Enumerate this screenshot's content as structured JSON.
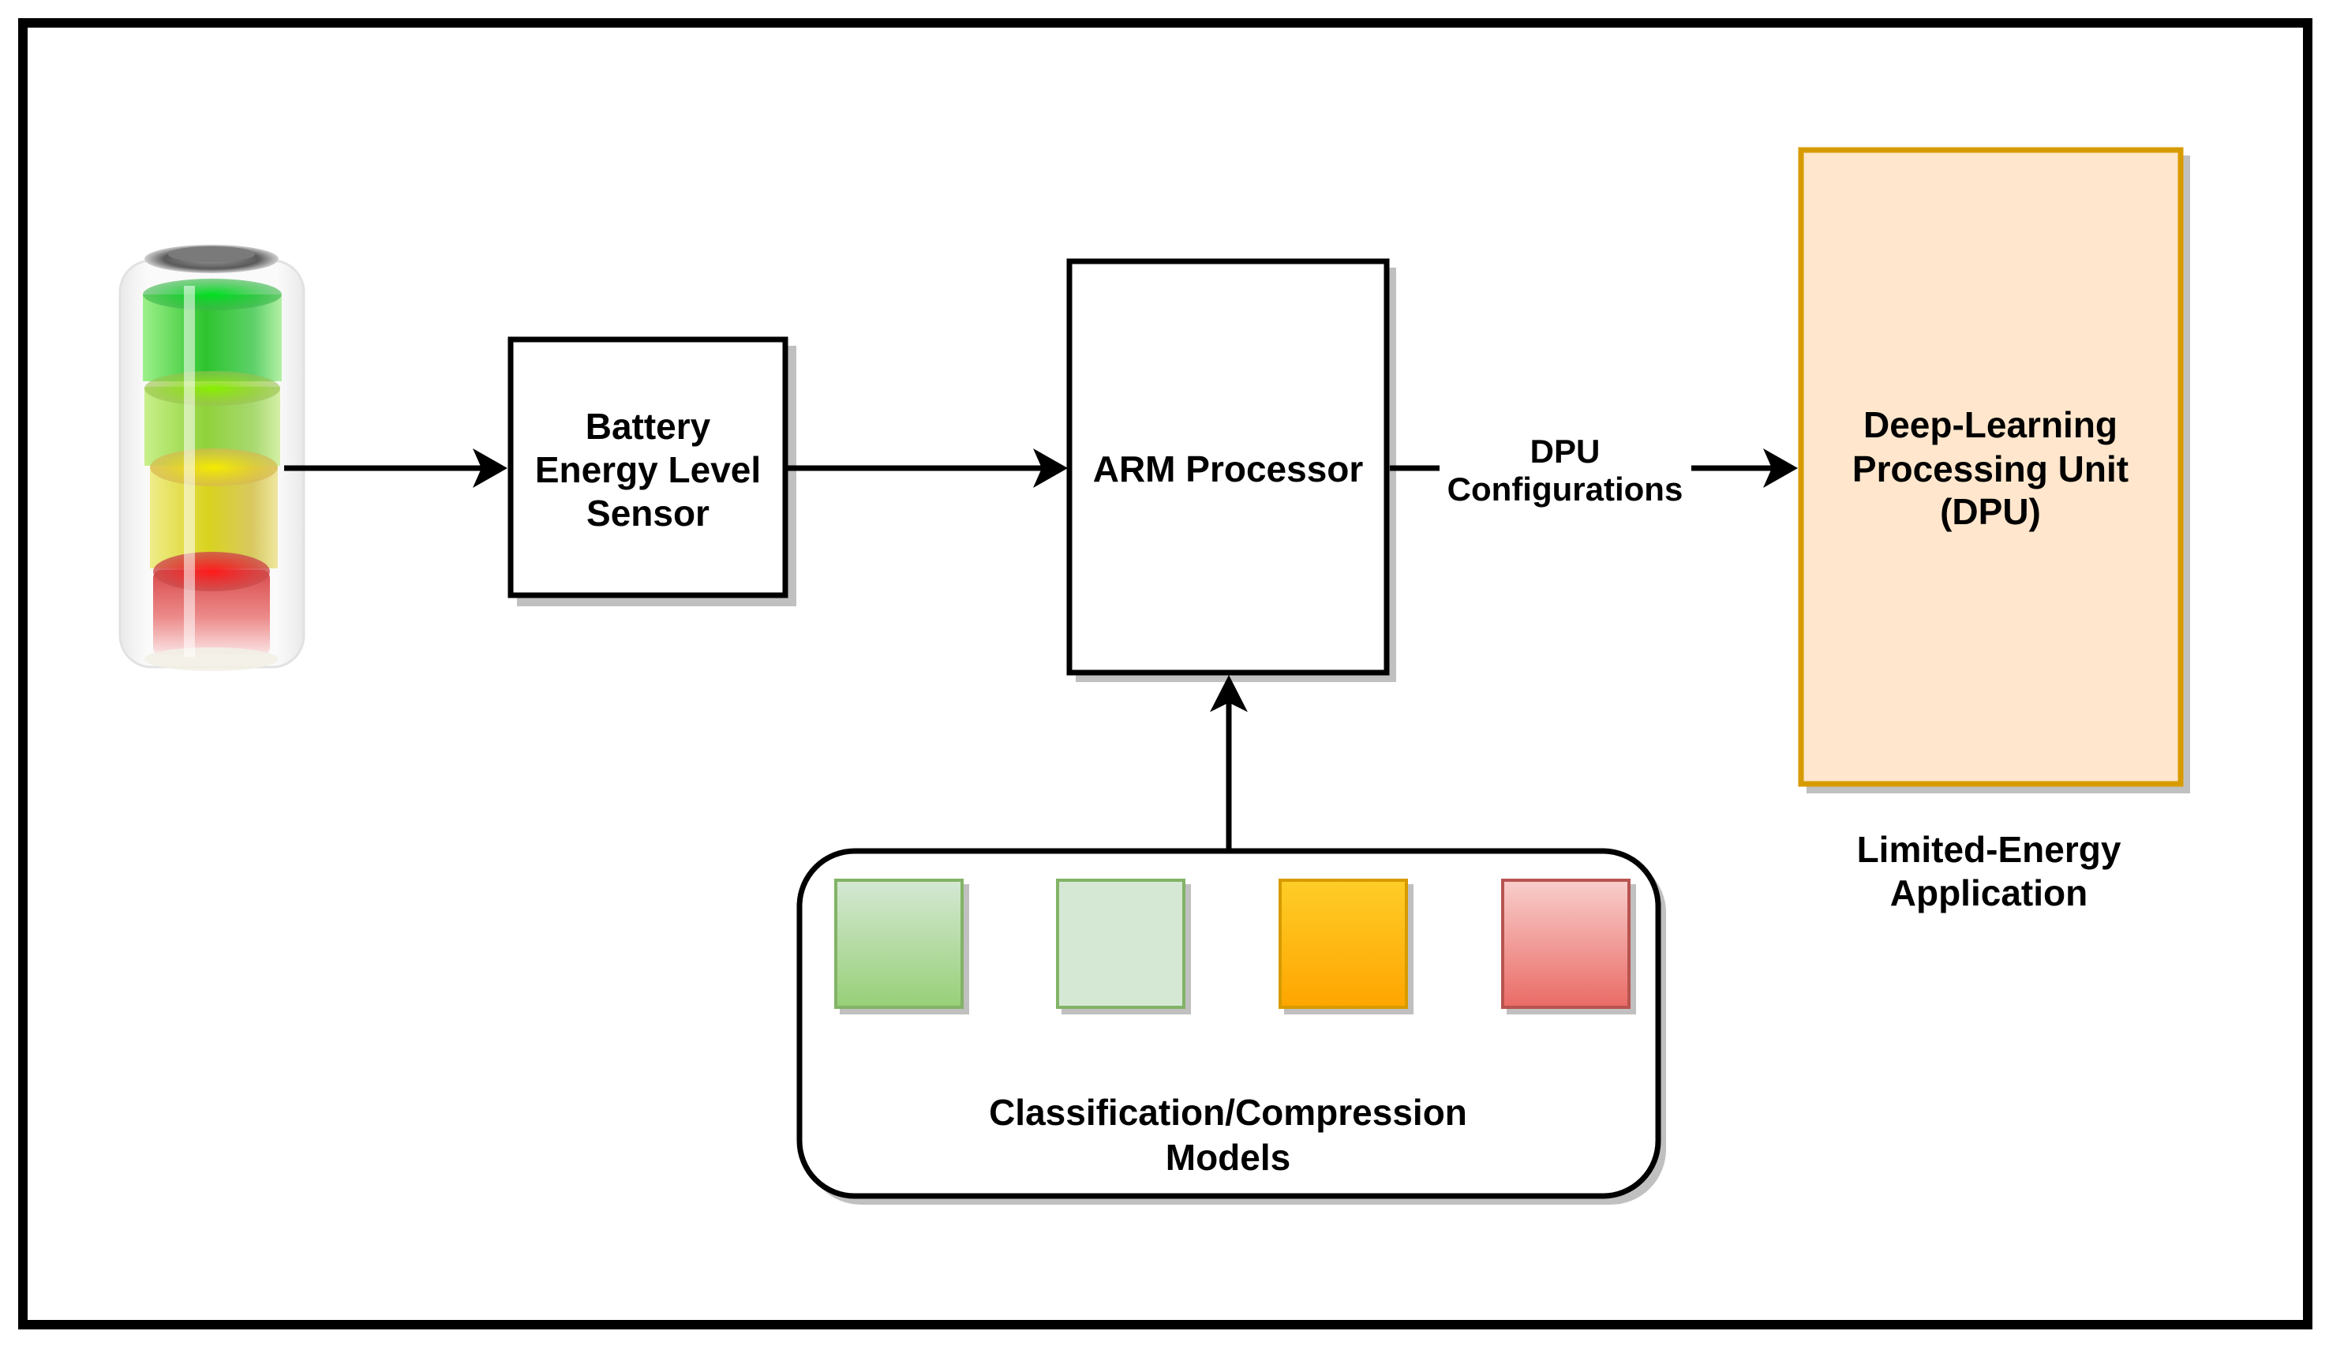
{
  "diagram": {
    "battery": {
      "icon": "battery-level-icon",
      "levels": [
        "green",
        "lime",
        "yellow",
        "red"
      ]
    },
    "sensor": {
      "lines": [
        "Battery",
        "Energy Level",
        "Sensor"
      ]
    },
    "processor": {
      "label": "ARM Processor"
    },
    "edge_config": {
      "lines": [
        "DPU",
        "Configurations"
      ]
    },
    "dpu": {
      "lines": [
        "Deep-Learning",
        "Processing Unit",
        "(DPU)"
      ],
      "fill": "#ffe6cc",
      "stroke": "#d79b00"
    },
    "application_caption": {
      "lines": [
        "Limited-Energy",
        "Application"
      ]
    },
    "models": {
      "lines": [
        "Classification/Compression",
        "Models"
      ],
      "items": [
        {
          "name": "model-1",
          "from": "#d5e8d4",
          "to": "#97d077",
          "stroke": "#82b366"
        },
        {
          "name": "model-2",
          "from": "#d5e8d4",
          "to": "#d5e8d4",
          "stroke": "#82b366"
        },
        {
          "name": "model-3",
          "from": "#ffcd28",
          "to": "#ffa500",
          "stroke": "#d79b00"
        },
        {
          "name": "model-4",
          "from": "#f8cecc",
          "to": "#ea6b66",
          "stroke": "#b85450"
        }
      ]
    },
    "colors": {
      "frame": "#000000",
      "shadow": "#c0c0c0"
    }
  }
}
